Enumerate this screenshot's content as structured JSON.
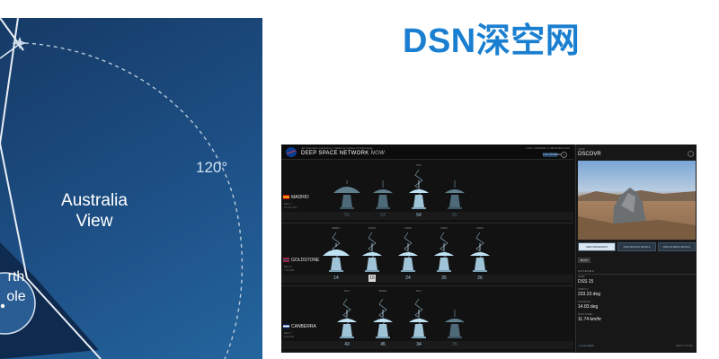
{
  "slide": {
    "title": "DSN深空网"
  },
  "diagram": {
    "angle_label": "120°",
    "view_label_line1": "Australia",
    "view_label_line2": "View",
    "pole_label_line1": "rth",
    "pole_label_line2": "ole"
  },
  "app": {
    "institution": "Jet Propulsion Laboratory | California Institute of Technology",
    "title_main": "DEEP SPACE NETWORK",
    "title_suffix": "NOW",
    "last_updated": "LAST UPDATED: 5 SECONDS AGO",
    "fullscreen_label": "FULLSCREEN",
    "info_label": "i"
  },
  "sites": [
    {
      "name": "MADRID",
      "flag_colors": [
        "#c60b1e",
        "#ffc400"
      ],
      "meta1": "DEC 7",
      "meta2": "17:16 UTC",
      "dishes": [
        {
          "label": "",
          "num": "53",
          "active": false
        },
        {
          "label": "",
          "num": "63",
          "active": false
        },
        {
          "label": "OTL",
          "num": "54",
          "active": true
        },
        {
          "label": "",
          "num": "55",
          "active": false
        }
      ]
    },
    {
      "name": "GOLDSTONE",
      "flag_colors": [
        "#b22234",
        "#3c3b6e"
      ],
      "meta1": "DEC 6",
      "meta2": "7:16 PM",
      "dishes": [
        {
          "label": "MMPC",
          "num": "14",
          "active": true
        },
        {
          "label": "DSCO",
          "num": "15",
          "active": true
        },
        {
          "label": "VGR2",
          "num": "24",
          "active": true
        },
        {
          "label": "VGR1",
          "num": "25",
          "active": true
        },
        {
          "label": "VGR1",
          "num": "26",
          "active": true
        }
      ]
    },
    {
      "name": "CANBERRA",
      "flag_colors": [
        "#012169",
        "#ffffff"
      ],
      "meta1": "DEC 7",
      "meta2": "6:16 AM",
      "dishes": [
        {
          "label": "PLC",
          "num": "43",
          "active": true
        },
        {
          "label": "MMS1",
          "num": "45",
          "active": true
        },
        {
          "label": "PLC",
          "num": "34",
          "active": true
        },
        {
          "label": "",
          "num": "35",
          "active": false
        }
      ]
    }
  ],
  "spacecraft": {
    "small_label": "VIEW",
    "name": "DSCOVR",
    "view_buttons": [
      "VIEW SPACECRAFT",
      "VIEW MISSION DETAILS",
      "VIEW ANTENNA DETAILS"
    ],
    "small_button": "BACK",
    "antenna_header": "ANTENNA",
    "fields": [
      {
        "label": "NAME",
        "value": "DSS 15"
      },
      {
        "label": "AZIMUTH",
        "value": "233.23 deg"
      },
      {
        "label": "ELEVATION",
        "value": "14.83 deg"
      },
      {
        "label": "WIND SPEED",
        "value": "11.74 km/hr"
      }
    ],
    "more_link": "+ more detail",
    "footer_links": "ABOUT   EYES"
  }
}
